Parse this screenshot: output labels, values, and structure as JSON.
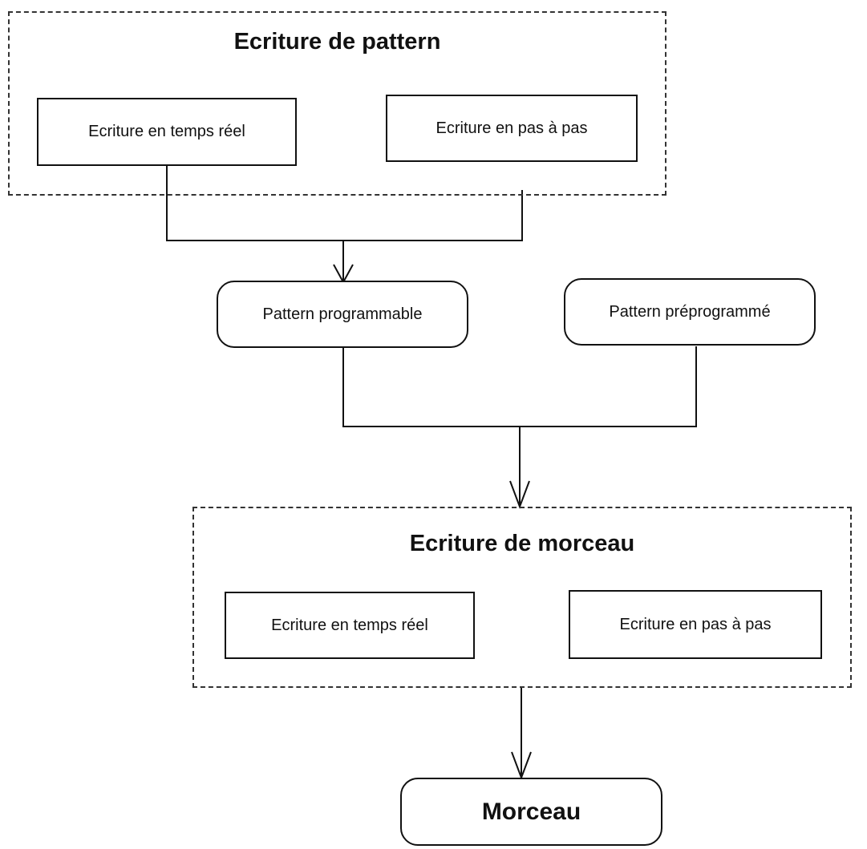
{
  "groups": {
    "pattern": {
      "title": "Ecriture de pattern",
      "realtime": "Ecriture en temps réel",
      "step": "Ecriture en pas à pas"
    },
    "morceau": {
      "title": "Ecriture de morceau",
      "realtime": "Ecriture en temps réel",
      "step": "Ecriture en pas à pas"
    }
  },
  "nodes": {
    "pattern_programmable": "Pattern programmable",
    "pattern_preprogramme": "Pattern préprogrammé",
    "morceau": "Morceau"
  }
}
